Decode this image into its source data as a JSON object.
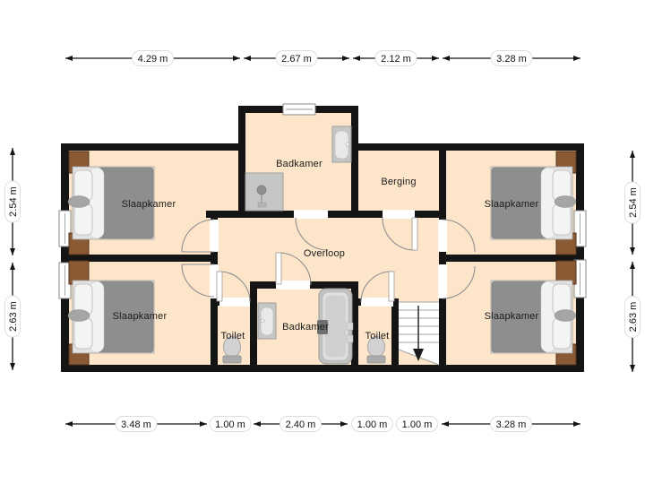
{
  "floorplan": {
    "rooms": {
      "slaapkamer_tl": "Slaapkamer",
      "badkamer_top": "Badkamer",
      "berging": "Berging",
      "slaapkamer_tr": "Slaapkamer",
      "overloop": "Overloop",
      "slaapkamer_bl": "Slaapkamer",
      "toilet_left": "Toilet",
      "badkamer_bottom": "Badkamer",
      "toilet_right": "Toilet",
      "slaapkamer_br": "Slaapkamer"
    },
    "dimensions": {
      "top": [
        "4.29 m",
        "2.67 m",
        "2.12 m",
        "3.28 m"
      ],
      "bottom": [
        "3.48 m",
        "1.00 m",
        "2.40 m",
        "1.00 m",
        "1.00 m",
        "3.28 m"
      ],
      "left": [
        "2.54 m",
        "2.63 m"
      ],
      "right": [
        "2.54 m",
        "2.63 m"
      ]
    },
    "colors": {
      "background": "#ffffff",
      "wall": "#141414",
      "floor": "#fce5c9",
      "wood": "#8a5a35",
      "fixture_gray": "#c6c6c6",
      "duvet_gray": "#8e8e8e",
      "dimension_line": "#141414"
    }
  }
}
